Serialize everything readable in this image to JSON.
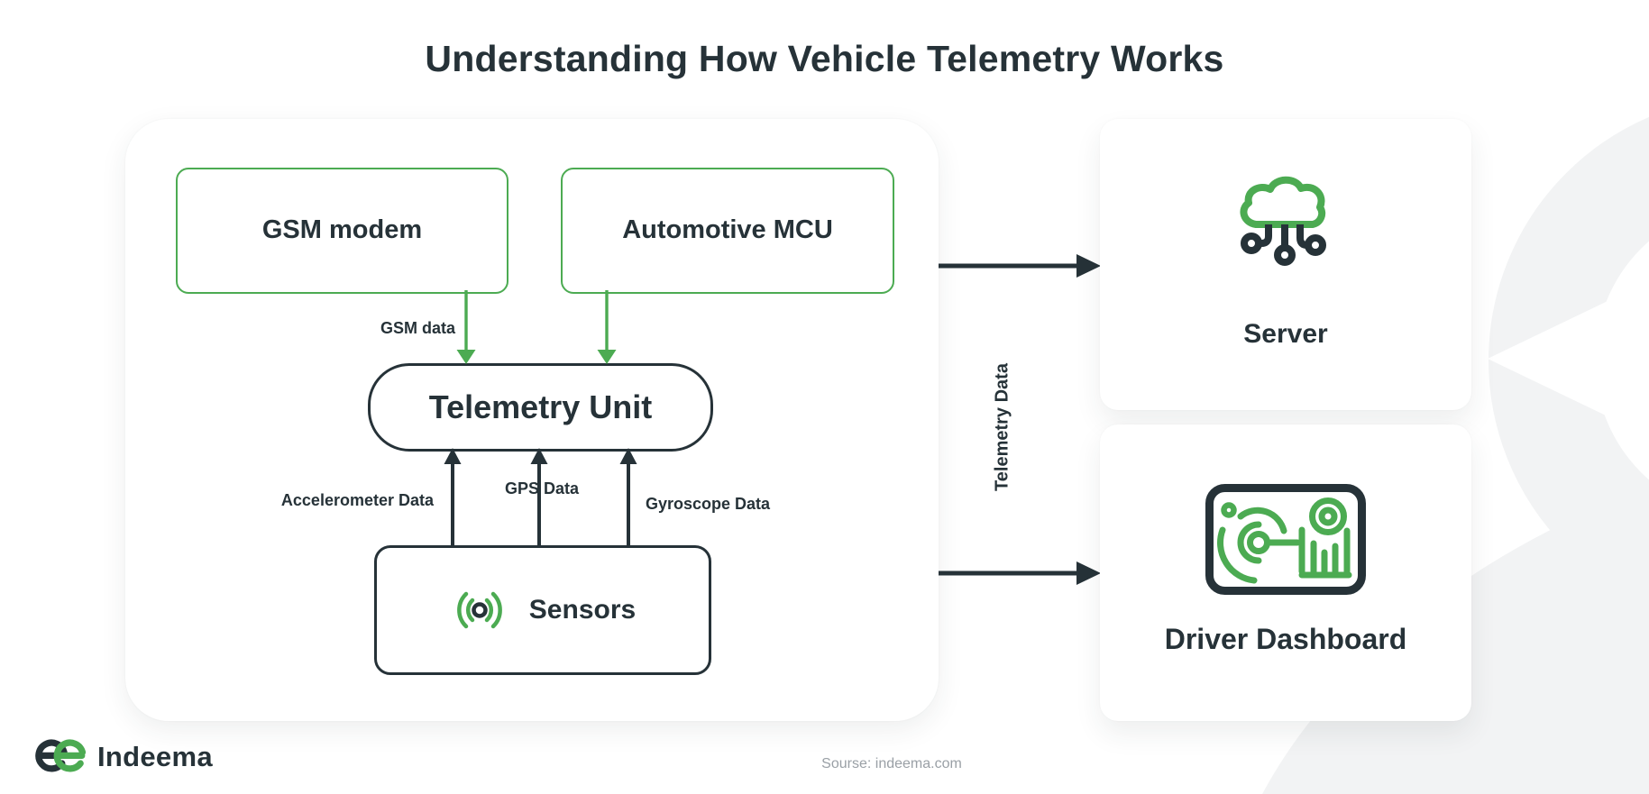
{
  "title": "Understanding How Vehicle Telemetry Works",
  "colors": {
    "navy": "#263238",
    "green": "#4cab52",
    "decor": "#f2f3f4",
    "muted": "#9aa0a6"
  },
  "panel": {
    "gsm_modem": "GSM modem",
    "automotive_mcu": "Automotive MCU",
    "telemetry_unit": "Telemetry Unit",
    "sensors": "Sensors",
    "labels": {
      "gsm_data": "GSM data",
      "accelerometer": "Accelerometer Data",
      "gps": "GPS Data",
      "gyroscope": "Gyroscope Data"
    }
  },
  "flow": {
    "telemetry_data": "Telemetry Data"
  },
  "cards": {
    "server": "Server",
    "driver_dashboard": "Driver Dashboard"
  },
  "footer": {
    "logo_text": "Indeema",
    "source": "Sourse: indeema.com"
  }
}
